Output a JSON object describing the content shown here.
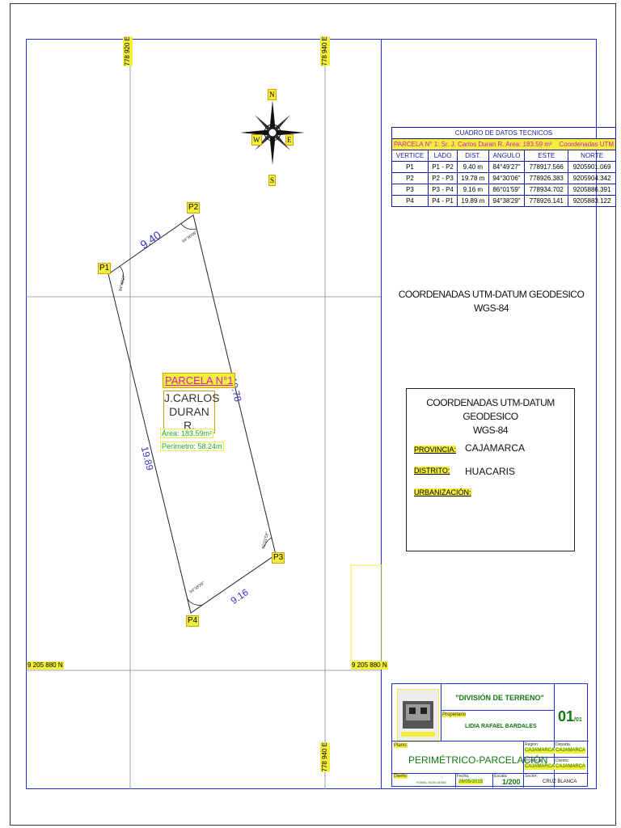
{
  "grid": {
    "e920": "778 920 E",
    "e940": "778 940 E",
    "n880": "9 205 880 N"
  },
  "compass": {
    "n": "N",
    "s": "S",
    "e": "E",
    "w": "W"
  },
  "plot": {
    "vertices": [
      "P1",
      "P2",
      "P3",
      "P4"
    ],
    "sides": {
      "p1p2": "9.40",
      "p2p3": "19.78",
      "p3p4": "9.16",
      "p4p1": "19.89"
    },
    "angles": {
      "p1": "84°49'27\"",
      "p2": "94°30'06\"",
      "p3": "86°01'59\"",
      "p4": "94°38'29\""
    },
    "parcel_title": "PARCELA N°1",
    "owner_line1": "J.CARLOS",
    "owner_line2": "DURAN R.",
    "area": "Área: 183.59m²",
    "perimeter": "Perímetro: 58.24m"
  },
  "table": {
    "title": "CUADRO DE DATOS TECNICOS",
    "subtitle": "PARCELA N° 1: Sr. J. Carlos Duran R. Area: 183.59 m²",
    "subtitle_right": "Coordenadas UTM",
    "headers": [
      "VERTICE",
      "LADO",
      "DIST.",
      "ANGULO",
      "ESTE",
      "NORTE"
    ],
    "rows": [
      [
        "P1",
        "P1 - P2",
        "9.40 m",
        "84°49'27\"",
        "778917.566",
        "9205901.069"
      ],
      [
        "P2",
        "P2 - P3",
        "19.78 m",
        "94°30'06\"",
        "778926.383",
        "9205904.342"
      ],
      [
        "P3",
        "P3 - P4",
        "9.16 m",
        "86°01'59\"",
        "778934.702",
        "9205886.391"
      ],
      [
        "P4",
        "P4 - P1",
        "19.89 m",
        "94°38'29\"",
        "778926.141",
        "9205883.122"
      ]
    ]
  },
  "datum": {
    "line1": "COORDENADAS UTM-DATUM GEODESICO",
    "line2": "WGS-84"
  },
  "location_box": {
    "line1": "COORDENADAS UTM-DATUM GEODESICO",
    "line2": "WGS-84",
    "provincia_label": "PROVINCIA:",
    "provincia": "CAJAMARCA",
    "distrito_label": "DISTRITO:",
    "distrito": "HUACARIS",
    "urbanizacion_label": "URBANIZACIÓN:"
  },
  "title_block": {
    "project": "\"DIVISIÓN DE TERRENO\"",
    "owner_label": "Propietario",
    "owner": "LIDIA RAFAEL BARDALES",
    "sheet_no": "01",
    "sheet_total": "/01",
    "plan_label": "Plano:",
    "plan": "PERIMÉTRICO-PARCELACIÓN",
    "region_label": "Región:",
    "region": "CAJAMARCA",
    "dept_label": "Departa.",
    "dept": "CAJAMARCA",
    "prov_label": "Provincia:",
    "prov": "CAJAMARCA",
    "dist_label": "Distrito:",
    "dist": "CAJAMARCA",
    "design_label": "Diseño:",
    "design": "ROBEL MON GEMD",
    "date_label": "Fecha:",
    "date": "26/05/2015",
    "scale_label": "Escala:",
    "scale": "1/200",
    "sector_label": "Sector:",
    "sector": "CRUZ BLANCA"
  }
}
